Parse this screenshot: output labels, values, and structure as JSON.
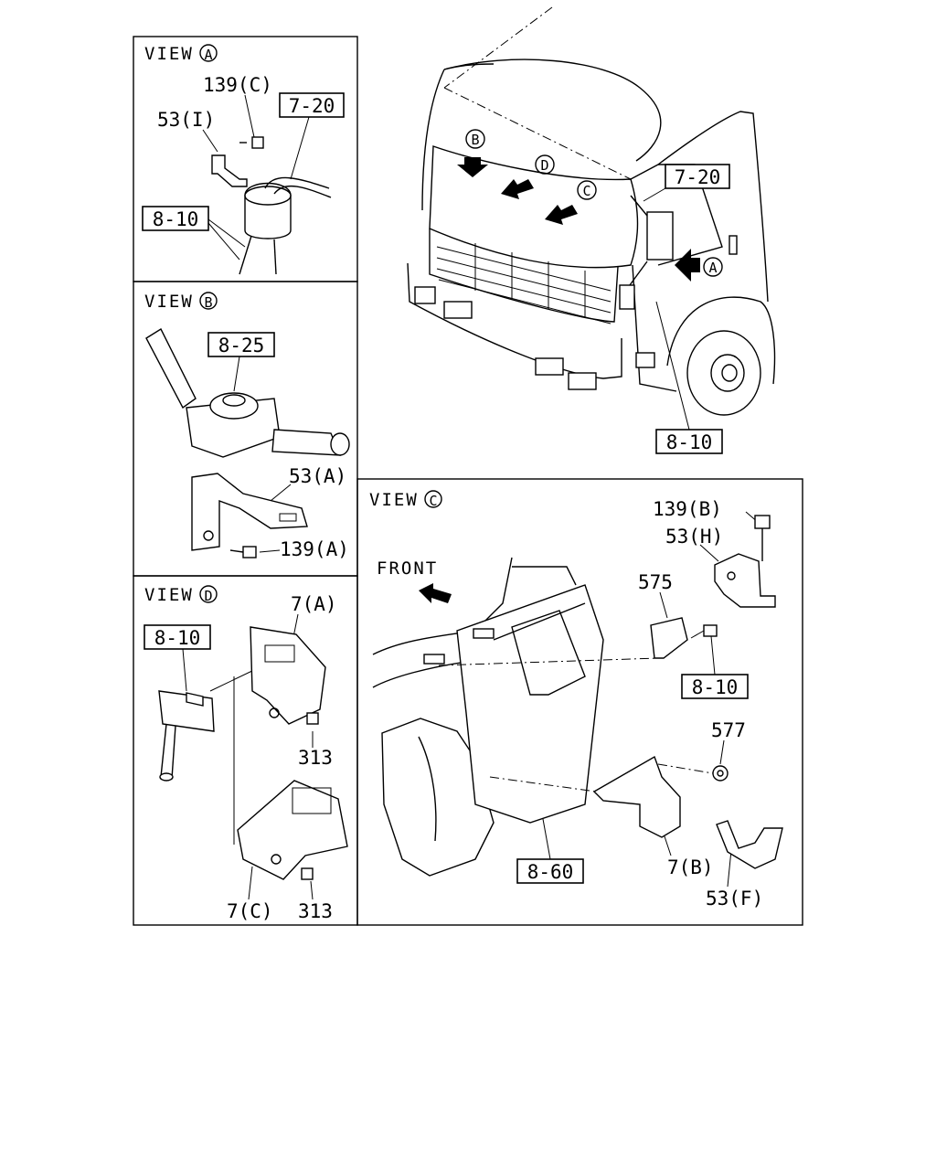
{
  "view_titles": {
    "a": "VIEW",
    "b": "VIEW",
    "c": "VIEW",
    "d": "VIEW"
  },
  "view_letters": {
    "a": "A",
    "b": "B",
    "c": "C",
    "d": "D"
  },
  "main": {
    "callout_b": "B",
    "callout_d": "D",
    "callout_c": "C",
    "callout_a": "A",
    "ref_7_20": "7-20",
    "ref_8_10": "8-10"
  },
  "view_a": {
    "ref_7_20": "7-20",
    "ref_8_10": "8-10",
    "part_139c": "139(C)",
    "part_53i": "53(I)"
  },
  "view_b": {
    "ref_8_25": "8-25",
    "part_53a": "53(A)",
    "part_139a": "139(A)"
  },
  "view_d": {
    "ref_8_10": "8-10",
    "part_7a": "7(A)",
    "part_313_upper": "313",
    "part_313_lower": "313",
    "part_7c": "7(C)"
  },
  "view_c": {
    "front_label": "FRONT",
    "part_139b": "139(B)",
    "part_53h": "53(H)",
    "part_575": "575",
    "ref_8_10": "8-10",
    "part_577": "577",
    "ref_8_60": "8-60",
    "part_7b": "7(B)",
    "part_53f": "53(F)"
  }
}
